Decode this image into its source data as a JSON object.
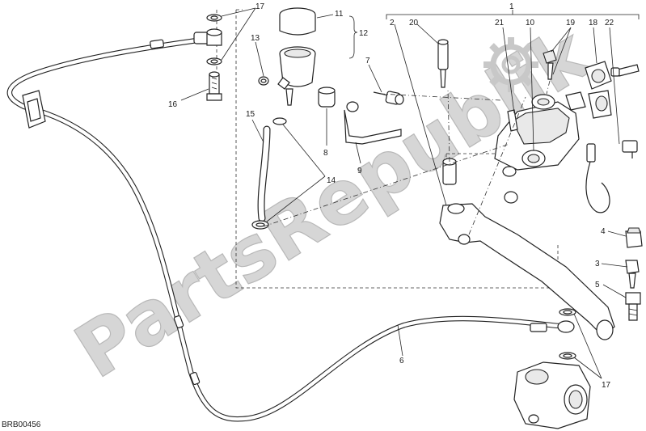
{
  "diagram": {
    "code": "BRB00456",
    "watermark": "PartsRepublik",
    "callouts": {
      "c1": "1",
      "c2": "2",
      "c3": "3",
      "c4": "4",
      "c5": "5",
      "c6": "6",
      "c7": "7",
      "c8": "8",
      "c9": "9",
      "c10": "10",
      "c11": "11",
      "c12": "12",
      "c13": "13",
      "c14": "14",
      "c15": "15",
      "c16": "16",
      "c17a": "17",
      "c17b": "17",
      "c18": "18",
      "c19": "19",
      "c20": "20",
      "c21": "21",
      "c22": "22"
    }
  }
}
